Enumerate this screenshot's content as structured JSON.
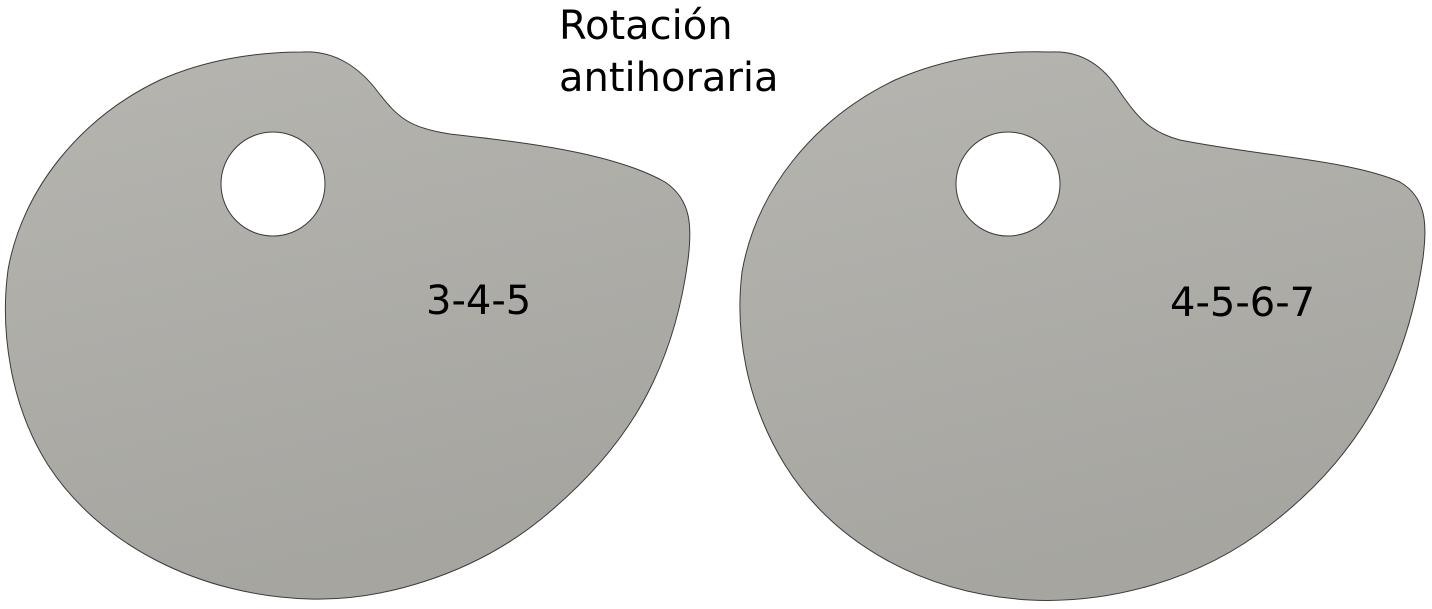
{
  "heading": {
    "line1": "Rotación",
    "line2": "antihoraria"
  },
  "cams": [
    {
      "label": "3-4-5"
    },
    {
      "label": "4-5-6-7"
    }
  ],
  "colors": {
    "cam_fill": "#b3b2ad",
    "cam_fill_dark": "#a7a6a1",
    "cam_stroke": "#3a3a3a",
    "hole_fill": "#ffffff",
    "text": "#000000",
    "background": "#ffffff"
  }
}
